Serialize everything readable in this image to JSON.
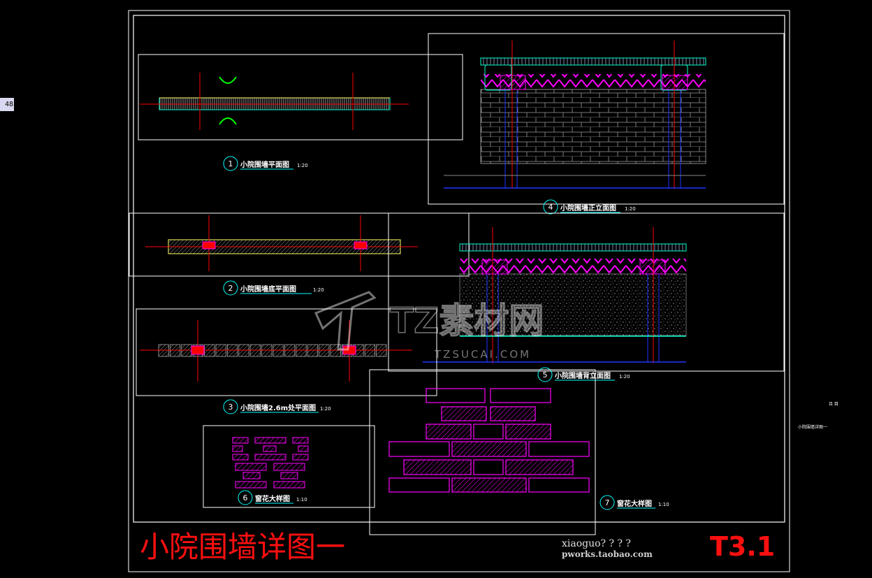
{
  "viewport_badge": "48",
  "drawing": {
    "title": "小院围墙详图一",
    "sheet_number": "T3.1",
    "side_note_1": "且 目",
    "side_note_2": "小院围墙详图一",
    "author_1": "xiaoguo? ? ? ?",
    "author_2": "pworks.taobao.com",
    "watermark_brand": "TZ素材网",
    "watermark_site": "TZSUCAI.COM"
  },
  "views": [
    {
      "num": "1",
      "label": "小院围墙平面图",
      "scale": "1:20"
    },
    {
      "num": "2",
      "label": "小院围墙底平面图",
      "scale": "1:20"
    },
    {
      "num": "3",
      "label": "小院围墙2.6m处平面图",
      "scale": "1:20"
    },
    {
      "num": "4",
      "label": "小院围墙正立面图",
      "scale": "1:20"
    },
    {
      "num": "5",
      "label": "小院围墙背立面图",
      "scale": "1:20"
    },
    {
      "num": "6",
      "label": "窗花大样图",
      "scale": "1:10"
    },
    {
      "num": "7",
      "label": "窗花大样图",
      "scale": "1:10"
    }
  ],
  "colors": {
    "frame": "#ffffff",
    "axis": "#ff0000",
    "wall": "#00ffcc",
    "pattern": "#ff00ff",
    "ground": "#2233ff",
    "title": "#ff1010",
    "label": "#ffffff",
    "circle": "#00ffff"
  }
}
